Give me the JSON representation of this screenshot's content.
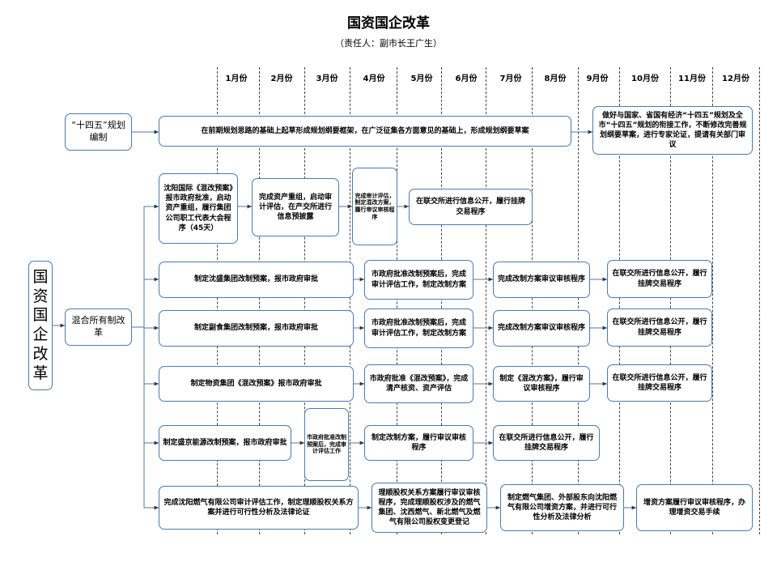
{
  "title": "国资国企改革",
  "subtitle": "（责任人：副市长王广生）",
  "months": [
    "1月份",
    "2月份",
    "3月份",
    "4月份",
    "5月份",
    "6月份",
    "7月份",
    "8月份",
    "9月份",
    "10月份",
    "11月份",
    "12月份"
  ],
  "root": "国资国企改革",
  "plan": {
    "label": "“十四五”规划编制",
    "step1": "在前期规划思路的基础上起草形成规划纲要框架，在广泛征集各方面意见的基础上，形成规划纲要草案",
    "step2": "做好与国家、省国有经济“十四五”规划及全市“十四五”规划的衔接工作，不断修改完善规划纲要草案，进行专家论证，提请有关部门审议"
  },
  "mixed": {
    "label": "混合所有制改革",
    "row1": {
      "a": "沈阳国际《混改预案》报市政府批准，启动资产重组，履行集团公司职工代表大会程序（45天）",
      "b": "完成资产重组，启动审计评估，在产交所进行信息预披露",
      "c": "完成审计评估，制定混改方案，履行审议审核程序",
      "d": "在联交所进行信息公开，履行挂牌交易程序"
    },
    "row2": {
      "a": "制定沈盛集团改制预案，报市政府审批",
      "b": "市政府批准改制预案后，完成审计评估工作，制定改制方案",
      "c": "完成改制方案审议审核程序",
      "d": "在联交所进行信息公开，履行挂牌交易程序"
    },
    "row3": {
      "a": "制定副食集团改制预案，报市政府审批",
      "b": "市政府批准改制预案后，完成审计评估工作，制定改制方案",
      "c": "完成改制方案审议审核程序",
      "d": "在联交所进行信息公开，履行挂牌交易程序"
    },
    "row4": {
      "a": "制定物资集团《混改预案》报市政府审批",
      "b": "市政府批准《混改预案》，完成清产核资、资产评估",
      "c": "制定《混改方案》，履行审议审核程序",
      "d": "在联交所进行信息公开，履行挂牌交易程序"
    },
    "row5": {
      "a": "制定盛京能源改制预案，报市政府审批",
      "b": "市政府批准改制预案后，完成审计评估工作",
      "c": "制定改制方案，履行审议审核程序",
      "d": "在联交所进行信息公开，履行挂牌交易程序"
    },
    "row6": {
      "a": "完成沈阳燃气有限公司审计评估工作，制定理顺股权关系方案并进行可行性分析及法律论证",
      "b": "理顺股权关系方案履行审议审核程序，完成理顺股权涉及的燃气集团、沈西燃气、新北燃气及燃气有限公司股权变更登记",
      "c": "制定燃气集团、外部股东向沈阳燃气有限公司增资方案，并进行可行性分析及法律分析",
      "d": "增资方案履行审议审核程序，办理增资交易手续"
    }
  }
}
